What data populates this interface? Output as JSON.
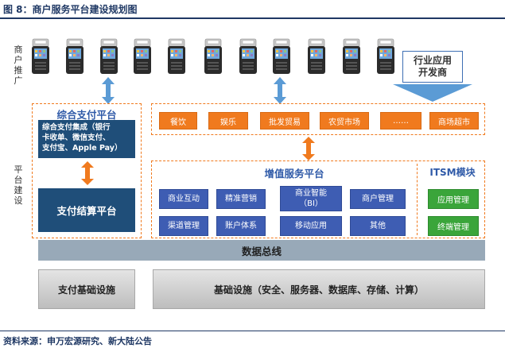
{
  "header": {
    "title": "图 8：商户服务平台建设规划图"
  },
  "side_labels": {
    "merchant": "商户推广",
    "platform": "平台建设"
  },
  "developer_box": {
    "line1": "行业应用",
    "line2": "开发商"
  },
  "industries": [
    "餐饮",
    "娱乐",
    "批发贸易",
    "农贸市场",
    "……",
    "商场超市"
  ],
  "payment": {
    "title": "综合支付平台",
    "desc_lines": [
      "综合支付集成（银行",
      "卡收单、微信支付、",
      "支付宝、Apple Pay）"
    ],
    "settlement": "支付结算平台",
    "infra": "支付基础设施"
  },
  "value_added": {
    "title": "增值服务平台",
    "row1": [
      "商业互动",
      "精准营销"
    ],
    "bi_line1": "商业智能",
    "bi_line2": "（BI）",
    "merchant_mgmt": "商户管理",
    "row2": [
      "渠道管理",
      "账户体系",
      "移动应用",
      "其他"
    ]
  },
  "itsm": {
    "title": "ITSM模块",
    "items": [
      "应用管理",
      "终端管理"
    ]
  },
  "bus": "数据总线",
  "infra": "基础设施（安全、服务器、数据库、存储、计算）",
  "footer": {
    "source": "资料来源：申万宏源研究、新大陆公告"
  },
  "colors": {
    "accent_orange": "#f07a1e",
    "dark_blue": "#1f4e79",
    "mid_blue": "#3e5db3",
    "green": "#3aa53a",
    "title_blue": "#1f3864",
    "arrow_blue": "#5b9bd5"
  }
}
